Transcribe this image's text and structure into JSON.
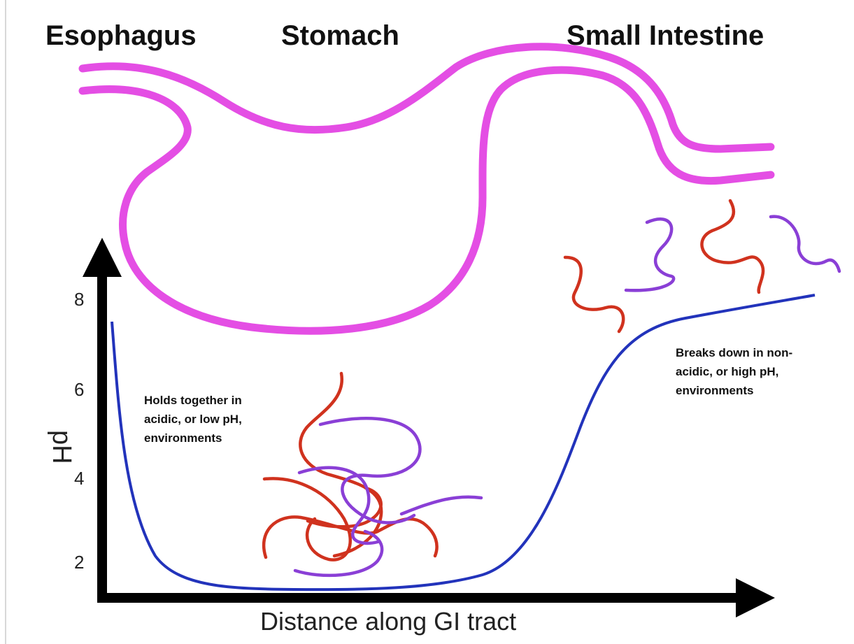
{
  "labels": {
    "esophagus": "Esophagus",
    "stomach": "Stomach",
    "small_intestine": "Small Intestine"
  },
  "axes": {
    "ylabel": "pH",
    "xlabel": "Distance along GI tract",
    "y_ticks": [
      "8",
      "6",
      "4",
      "2"
    ]
  },
  "annotations": {
    "low_ph": [
      "Holds together in",
      "acidic, or low pH,",
      "environments"
    ],
    "high_ph": [
      "Breaks down in non-",
      "acidic, or high pH,",
      "environments"
    ]
  },
  "colors": {
    "gut_outline": "#e44ee4",
    "ph_curve": "#2233bb",
    "strand_red": "#d0321e",
    "strand_purple": "#8a3fd6",
    "axis": "#000000"
  }
}
